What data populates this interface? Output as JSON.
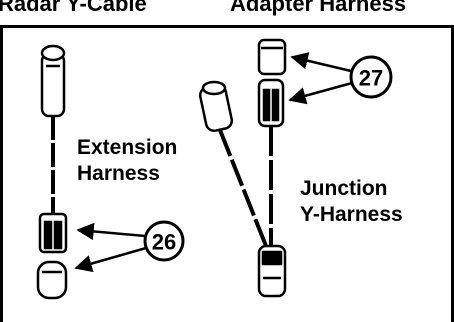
{
  "header": {
    "left_title": "Radar Y-Cable",
    "right_title": "Adapter Harness"
  },
  "labels": {
    "extension_line1": "Extension",
    "extension_line2": "Harness",
    "junction_line1": "Junction",
    "junction_line2": "Y-Harness"
  },
  "callouts": {
    "item_26": "26",
    "item_27": "27"
  }
}
